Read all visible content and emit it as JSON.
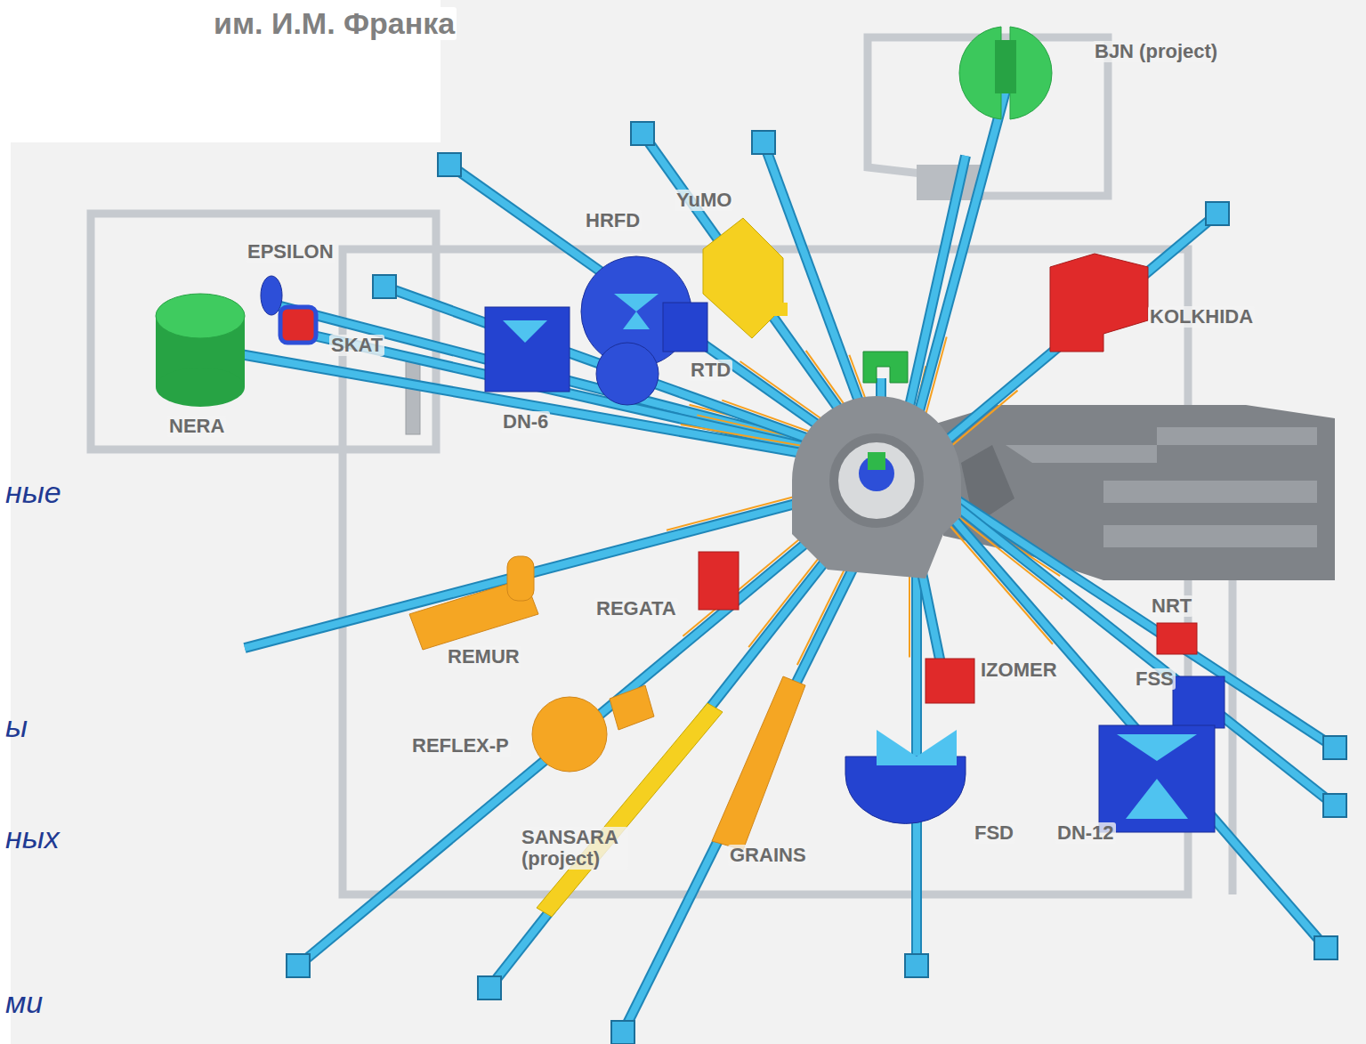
{
  "diagram": {
    "labels": [
      "им. И.М. Франка",
      "ные",
      "ы",
      "ных",
      "ми",
      "BJN (project)",
      "YuMO",
      "HRFD",
      "EPSILON",
      "SKAT",
      "RTD",
      "KOLKHIDA",
      "NERA",
      "DN-6",
      "REGATA",
      "REMUR",
      "NRT",
      "IZOMER",
      "FSS",
      "REFLEX-P",
      "SANSARA (project)",
      "GRAINS",
      "FSD",
      "DN-12"
    ]
  }
}
